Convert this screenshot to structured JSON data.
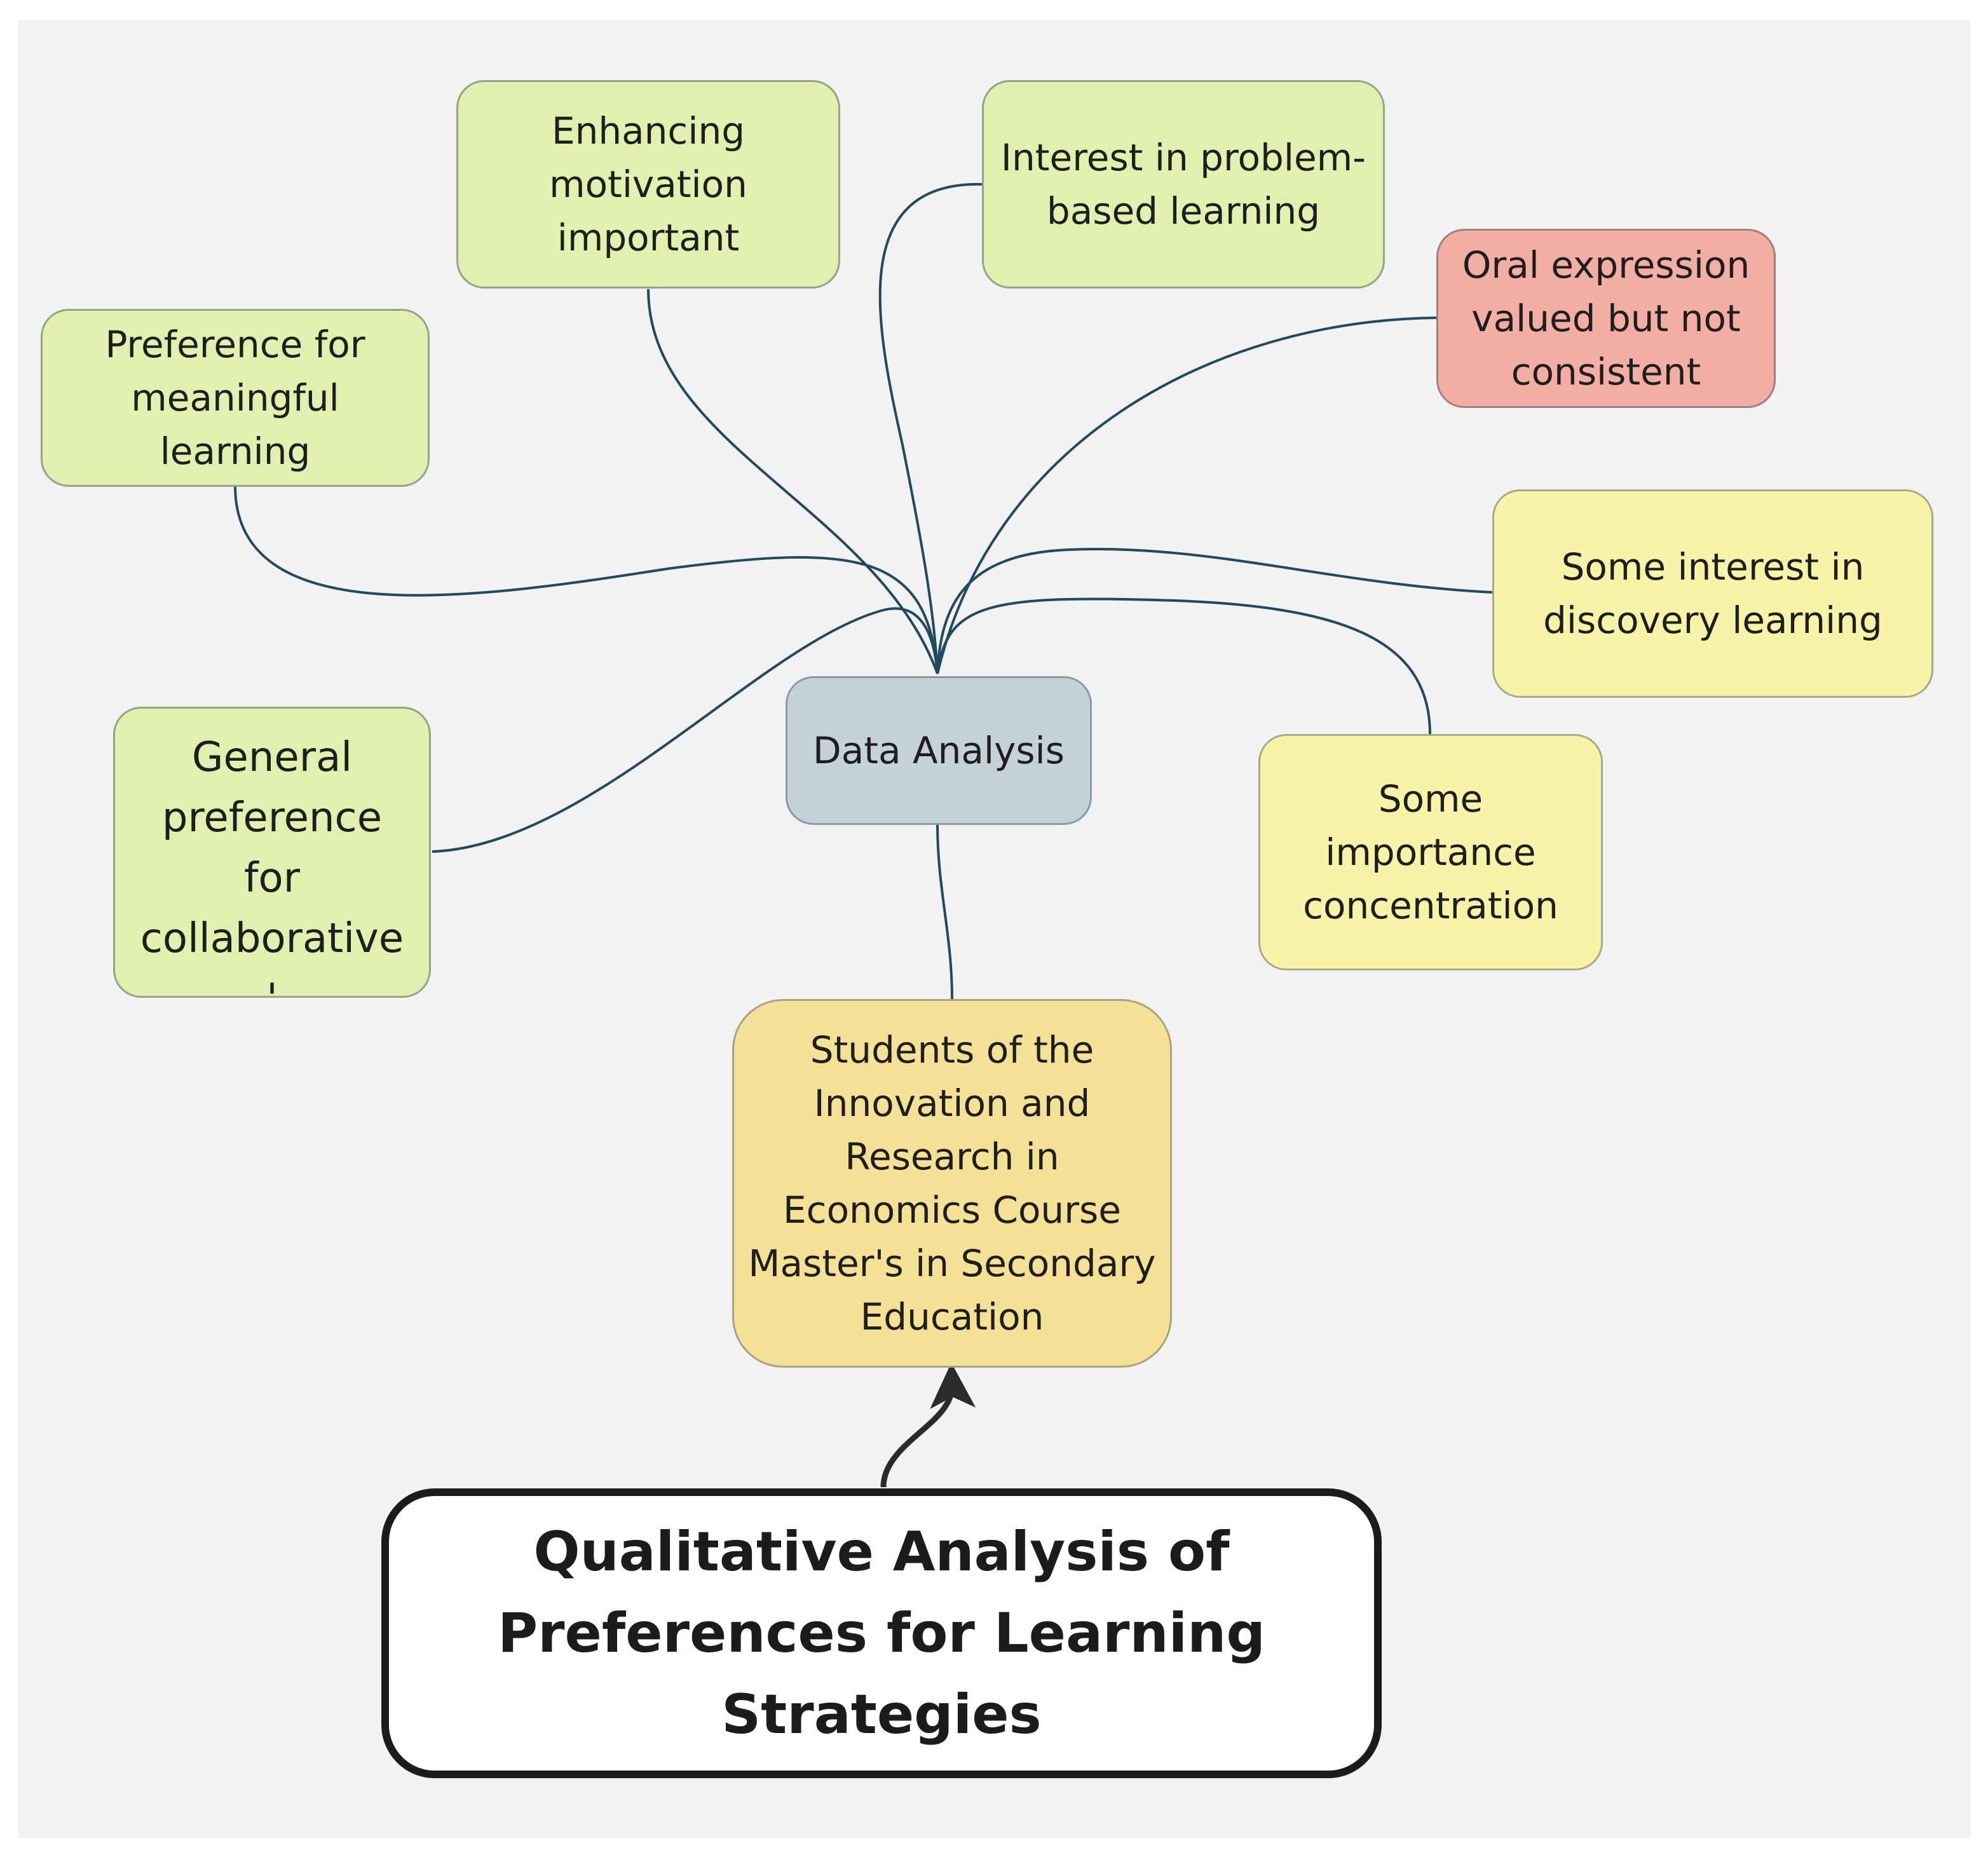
{
  "title": "Qualitative Analysis of\nPreferences for Learning\nStrategies",
  "center": {
    "label": "Data Analysis"
  },
  "source": {
    "label": "Students of the\nInnovation and\nResearch in\nEconomics Course\nMaster's in Secondary\nEducation"
  },
  "branches": [
    {
      "label": "Enhancing\nmotivation\nimportant",
      "tone": "positive"
    },
    {
      "label": "Interest in problem-\nbased learning",
      "tone": "positive"
    },
    {
      "label": "Oral expression\nvalued but not\nconsistent",
      "tone": "negative"
    },
    {
      "label": "Preference for\nmeaningful learning",
      "tone": "positive"
    },
    {
      "label": "Some interest in\ndiscovery learning",
      "tone": "neutral"
    },
    {
      "label": "General\npreference\nfor\ncollaborative\n'",
      "tone": "positive"
    },
    {
      "label": "Some importance\nconcentration",
      "tone": "neutral"
    }
  ],
  "colors": {
    "positive": "#e2efae",
    "neutral": "#f7f3a9",
    "negative": "#f2aea3",
    "center": "#c5d1d9",
    "source": "#f4e196",
    "connector": "#1f4a5f"
  }
}
